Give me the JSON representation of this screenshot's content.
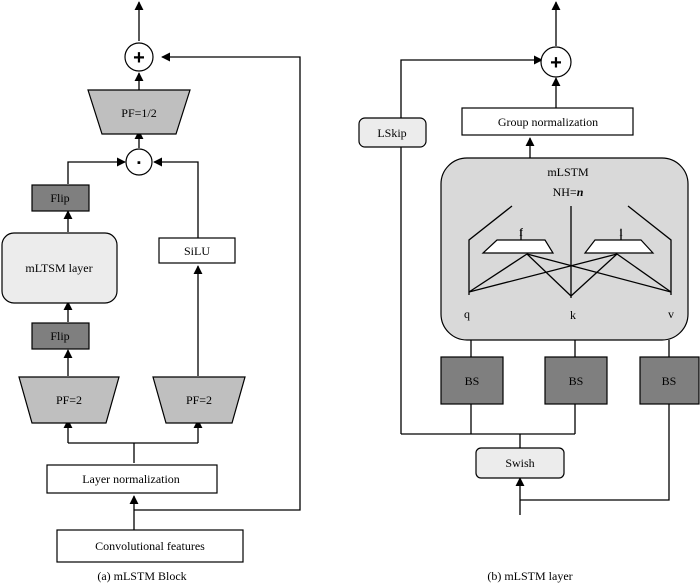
{
  "caption_left": "(a) mLSTM Block",
  "caption_right": "(b) mLSTM layer",
  "left": {
    "conv_features": "Convolutional features",
    "layer_norm": "Layer normalization",
    "pf_left": "PF=2",
    "pf_right": "PF=2",
    "flip_bottom": "Flip",
    "mltsm_layer": "mLTSM layer",
    "flip_top": "Flip",
    "silu": "SiLU",
    "pf_half": "PF=1/2",
    "mult_symbol": "▪",
    "add_symbol": "+"
  },
  "right": {
    "lskip": "LSkip",
    "group_norm": "Group normalization",
    "mlstm_title": "mLSTM",
    "nh_label": "NH=",
    "nh_value": "n",
    "gate_f": "f",
    "gate_i": "i",
    "q": "q",
    "k": "k",
    "v": "v",
    "bs1": "BS",
    "bs2": "BS",
    "bs3": "BS",
    "swish": "Swish",
    "add_symbol": "+"
  },
  "colors": {
    "dark_fill": "#7f7f7f",
    "mid_fill": "#bfbfbf",
    "light_fill": "#ececec",
    "panel_fill": "#d9d9d9"
  }
}
